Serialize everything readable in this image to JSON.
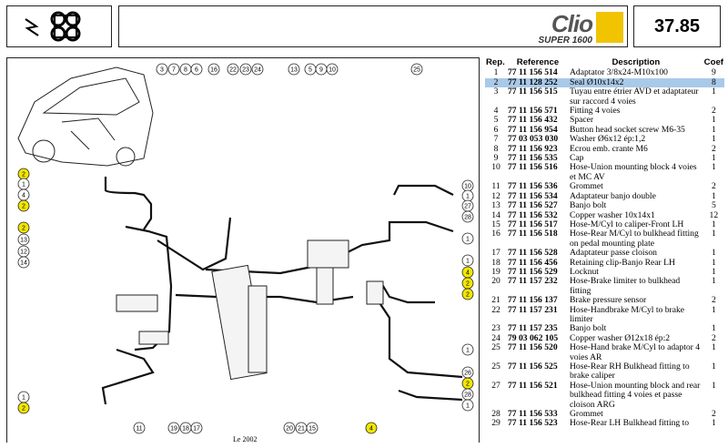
{
  "header": {
    "logo_text": "Clio",
    "logo_subtext": "SUPER 1600",
    "page_number": "37.85"
  },
  "table": {
    "columns": [
      "Rep.",
      "Reference",
      "Description",
      "Coef"
    ],
    "rows": [
      {
        "rep": "1",
        "ref": "77 11 156 514",
        "desc": "Adaptator 3/8x24-M10x100",
        "coef": "9"
      },
      {
        "rep": "2",
        "ref": "77 11 128 252",
        "desc": "Seal Ø10x14x2",
        "coef": "8",
        "selected": true
      },
      {
        "rep": "3",
        "ref": "77 11 156 515",
        "desc": "Tuyau entre étrier AVD et adaptateur sur raccord 4 voies",
        "coef": "1"
      },
      {
        "rep": "4",
        "ref": "77 11 156 571",
        "desc": "Fitting 4 voies",
        "coef": "2"
      },
      {
        "rep": "5",
        "ref": "77 11 156 432",
        "desc": "Spacer",
        "coef": "1"
      },
      {
        "rep": "6",
        "ref": "77 11 156 954",
        "desc": "Button head socket screw M6-35",
        "coef": "1"
      },
      {
        "rep": "7",
        "ref": "77 03 053 030",
        "desc": "Washer Ø6x12 ép:1,2",
        "coef": "1"
      },
      {
        "rep": "8",
        "ref": "77 11 156 923",
        "desc": "Ecrou emb. crante M6",
        "coef": "2"
      },
      {
        "rep": "9",
        "ref": "77 11 156 535",
        "desc": "Cap",
        "coef": "1"
      },
      {
        "rep": "10",
        "ref": "77 11 156 516",
        "desc": "Hose-Union mounting block 4 voies et MC AV",
        "coef": "1"
      },
      {
        "rep": "11",
        "ref": "77 11 156 536",
        "desc": "Grommet",
        "coef": "2"
      },
      {
        "rep": "12",
        "ref": "77 11 156 534",
        "desc": "Adaptateur banjo double",
        "coef": "1"
      },
      {
        "rep": "13",
        "ref": "77 11 156 527",
        "desc": "Banjo bolt",
        "coef": "5"
      },
      {
        "rep": "14",
        "ref": "77 11 156 532",
        "desc": "Copper washer 10x14x1",
        "coef": "12"
      },
      {
        "rep": "15",
        "ref": "77 11 156 517",
        "desc": "Hose-M/Cyl to caliper-Front LH",
        "coef": "1"
      },
      {
        "rep": "16",
        "ref": "77 11 156 518",
        "desc": "Hose-Rear M/Cyl to bulkhead fitting on pedal mounting plate",
        "coef": "1"
      },
      {
        "rep": "17",
        "ref": "77 11 156 528",
        "desc": "Adaptateur passe cloison",
        "coef": "1"
      },
      {
        "rep": "18",
        "ref": "77 11 156 456",
        "desc": "Retaining clip-Banjo Rear LH",
        "coef": "1"
      },
      {
        "rep": "19",
        "ref": "77 11 156 529",
        "desc": "Locknut",
        "coef": "1"
      },
      {
        "rep": "20",
        "ref": "77 11 157 232",
        "desc": "Hose-Brake limiter to bulkhead fitting",
        "coef": "1"
      },
      {
        "rep": "21",
        "ref": "77 11 156 137",
        "desc": "Brake pressure sensor",
        "coef": "2"
      },
      {
        "rep": "22",
        "ref": "77 11 157 231",
        "desc": "Hose-Handbrake M/Cyl to brake limiter",
        "coef": "1"
      },
      {
        "rep": "23",
        "ref": "77 11 157 235",
        "desc": "Banjo bolt",
        "coef": "1"
      },
      {
        "rep": "24",
        "ref": "79 03 062 105",
        "desc": "Copper washer Ø12x18 ép:2",
        "coef": "2"
      },
      {
        "rep": "25",
        "ref": "77 11 156 520",
        "desc": "Hose-Hand brake M/Cyl to adaptor 4 voies AR",
        "coef": "1"
      },
      {
        "rep": "25",
        "ref": "77 11 156 525",
        "desc": "Hose-Rear RH Bulkhead fitting to brake caliper",
        "coef": "1"
      },
      {
        "rep": "27",
        "ref": "77 11 156 521",
        "desc": "Hose-Union mounting block and rear bulkhead fitting 4 voies et passe cloison ARG",
        "coef": "1"
      },
      {
        "rep": "28",
        "ref": "77 11 156 533",
        "desc": "Grommet",
        "coef": "2"
      },
      {
        "rep": "29",
        "ref": "77 11 156 523",
        "desc": "Hose-Rear LH Bulkhead fitting to",
        "coef": "1"
      }
    ]
  },
  "diagram": {
    "top_callouts": [
      "3",
      "7",
      "8",
      "6",
      "16",
      "22",
      "23",
      "24",
      "13",
      "5",
      "9",
      "10",
      "25"
    ],
    "bottom_callouts": [
      "11",
      "19",
      "18",
      "17",
      "20",
      "21",
      "15",
      "4"
    ],
    "left_callouts": [
      "2",
      "1",
      "4",
      "2",
      "2",
      "13",
      "12",
      "14",
      "1",
      "2"
    ],
    "right_callouts": [
      "10",
      "1",
      "27",
      "28",
      "1",
      "1",
      "4",
      "2",
      "2",
      "1",
      "26",
      "2",
      "28",
      "1"
    ],
    "highlight_color": "#f2e600",
    "caption": "Le 2002"
  }
}
